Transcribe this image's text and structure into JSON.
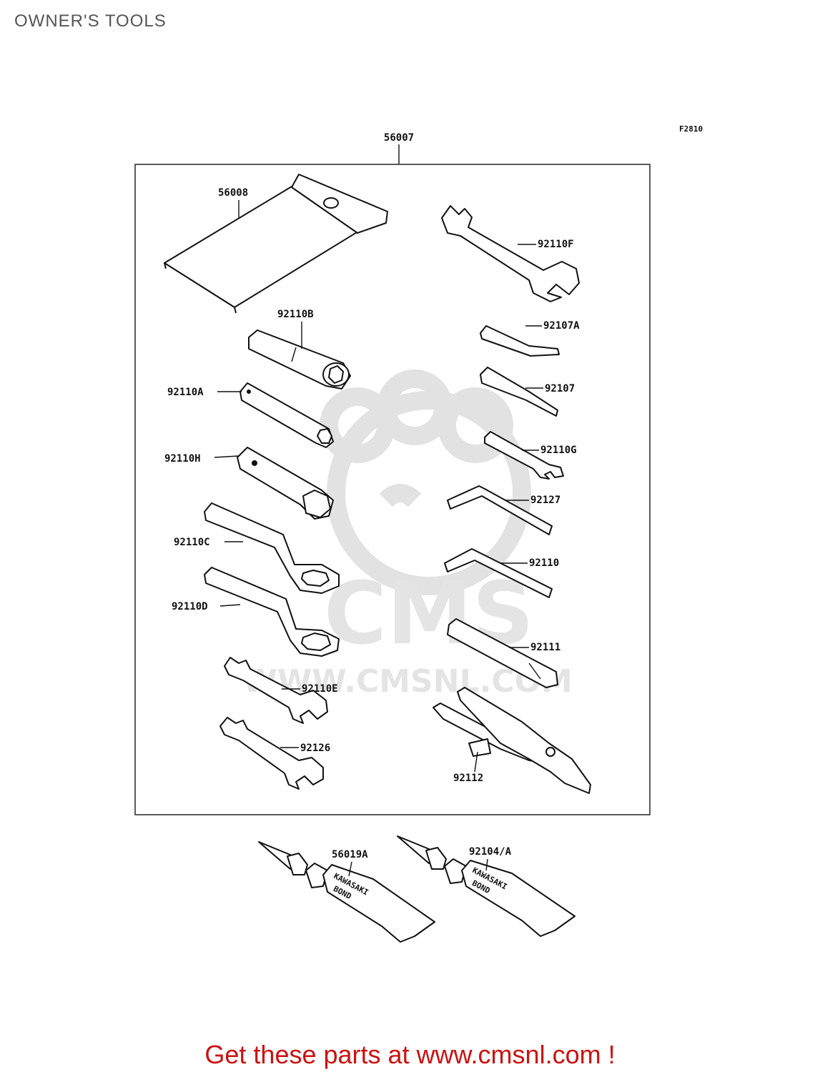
{
  "page": {
    "title": "OWNER'S TOOLS"
  },
  "diagram": {
    "figure_code": "F2810",
    "kit_label": "56007",
    "parts": [
      {
        "id": "pouch",
        "label": "56008"
      },
      {
        "id": "wrench_f",
        "label": "92110F"
      },
      {
        "id": "plug_b",
        "label": "92110B"
      },
      {
        "id": "screwdriver_a",
        "label": "92107A"
      },
      {
        "id": "box_a",
        "label": "92110A"
      },
      {
        "id": "screwdriver",
        "label": "92107"
      },
      {
        "id": "box_h",
        "label": "92110H"
      },
      {
        "id": "wrench_g",
        "label": "92110G"
      },
      {
        "id": "hex_key_1",
        "label": "92127"
      },
      {
        "id": "ring_c",
        "label": "92110C"
      },
      {
        "id": "hex_key_2",
        "label": "92110"
      },
      {
        "id": "ring_d",
        "label": "92110D"
      },
      {
        "id": "handle",
        "label": "92111"
      },
      {
        "id": "wrench_e",
        "label": "92110E"
      },
      {
        "id": "wrench_26",
        "label": "92126"
      },
      {
        "id": "pliers",
        "label": "92112"
      },
      {
        "id": "bond_1",
        "label": "56019A"
      },
      {
        "id": "bond_2",
        "label": "92104/A"
      }
    ],
    "tube_text": [
      "KAWASAKI",
      "BOND"
    ],
    "watermark": {
      "logo": "CMS",
      "url": "WWW.CMSNL.COM"
    }
  },
  "footer": {
    "text": "Get these parts at www.cmsnl.com !"
  }
}
